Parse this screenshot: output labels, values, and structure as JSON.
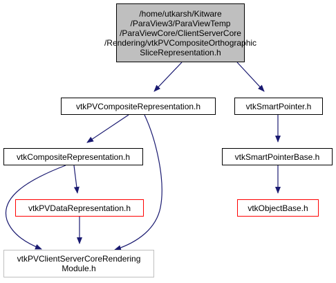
{
  "diagram": {
    "nodes": [
      {
        "id": "root",
        "label": "/home/utkarsh/Kitware\n/ParaView3/ParaViewTemp\n/ParaViewCore/ClientServerCore\n/Rendering/vtkPVCompositeOrthographic\nSliceRepresentation.h",
        "style": "root"
      },
      {
        "id": "pvcomp",
        "label": "vtkPVCompositeRepresentation.h",
        "style": "normal"
      },
      {
        "id": "smart",
        "label": "vtkSmartPointer.h",
        "style": "normal"
      },
      {
        "id": "comp",
        "label": "vtkCompositeRepresentation.h",
        "style": "normal"
      },
      {
        "id": "spbase",
        "label": "vtkSmartPointerBase.h",
        "style": "normal"
      },
      {
        "id": "pvdata",
        "label": "vtkPVDataRepresentation.h",
        "style": "red"
      },
      {
        "id": "objbase",
        "label": "vtkObjectBase.h",
        "style": "red"
      },
      {
        "id": "module",
        "label": "vtkPVClientServerCoreRendering\nModule.h",
        "style": "gray"
      }
    ],
    "edges": [
      {
        "from": "root",
        "to": "pvcomp"
      },
      {
        "from": "root",
        "to": "smart"
      },
      {
        "from": "pvcomp",
        "to": "comp"
      },
      {
        "from": "pvcomp",
        "to": "module"
      },
      {
        "from": "smart",
        "to": "spbase"
      },
      {
        "from": "comp",
        "to": "pvdata"
      },
      {
        "from": "comp",
        "to": "module"
      },
      {
        "from": "spbase",
        "to": "objbase"
      },
      {
        "from": "pvdata",
        "to": "module"
      }
    ],
    "colors": {
      "edge": "#191970",
      "root_fill": "#bfbfbf",
      "red_border": "#ff0000",
      "gray_border": "#bfbfbf"
    }
  }
}
